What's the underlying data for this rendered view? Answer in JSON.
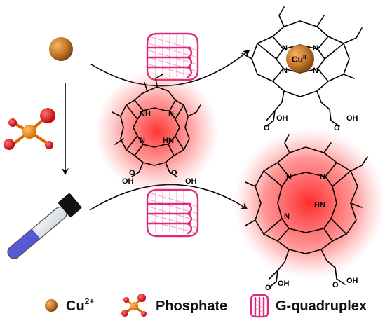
{
  "legend": {
    "cu_label": "Cu",
    "cu_charge": "2+",
    "phosphate_label": "Phosphate",
    "gquad_label": "G-quadruplex"
  },
  "molecules": {
    "nh_label": "NH",
    "hn_label": "HN",
    "n_label": "N",
    "oh_label": "OH",
    "o_label": "O",
    "metal_label": "Cu",
    "metal_oxidation": "II"
  },
  "colors": {
    "copper": "#c9782a",
    "phosphorus": "#f07f14",
    "oxygen": "#e8141c",
    "gquad": "#e0287d",
    "fluorescence": "#ff2a2a",
    "tube_liquid": "#3b3fd0"
  },
  "icons": {
    "copper_ion": "orange-sphere",
    "phosphate": "ball-and-stick-po4",
    "gquadruplex": "stacked-quartet-cylinder",
    "test_tube": "test-tube-with-cap"
  }
}
